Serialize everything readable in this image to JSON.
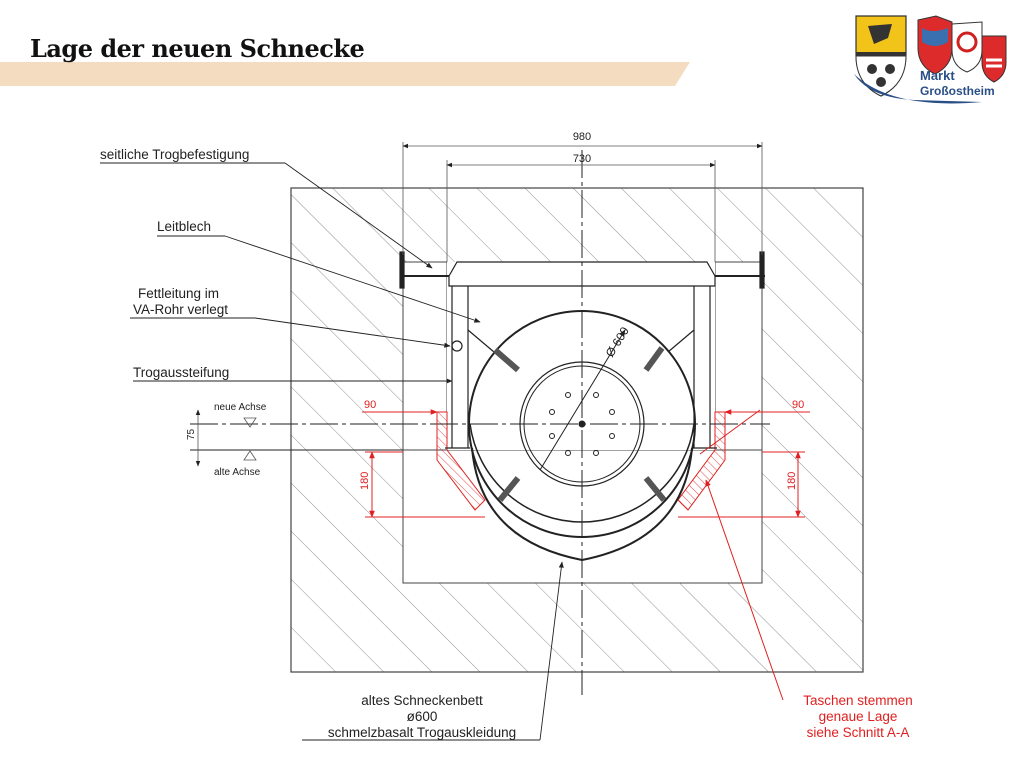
{
  "slide": {
    "title": "Lage der neuen Schnecke"
  },
  "logo": {
    "line1": "Markt",
    "line2": "Großostheim"
  },
  "colors": {
    "stripe": "#f4dcc0",
    "annotation_red": "#e02020",
    "line": "#222222",
    "logo_blue": "#2a4f86"
  },
  "drawing": {
    "dimensions": {
      "overall_width": "980",
      "inner_width": "730",
      "diameter_label": "Ø 600",
      "offset_left": "90",
      "offset_right": "90",
      "axis_shift": "75",
      "pocket_left": "180",
      "pocket_right": "180"
    },
    "labels": {
      "trog_fastening": "seitliche Trogbefestigung",
      "leitblech": "Leitblech",
      "fettleitung_1": "Fettleitung im",
      "fettleitung_2": "VA-Rohr verlegt",
      "trogaussteifung": "Trogaussteifung",
      "neue_achse": "neue Achse",
      "alte_achse": "alte Achse",
      "old_bed_1": "altes Schneckenbett",
      "old_bed_2": "ø600",
      "old_bed_3": "schmelzbasalt Trogauskleidung",
      "pockets_1": "Taschen stemmen",
      "pockets_2": "genaue Lage",
      "pockets_3": "siehe Schnitt A-A"
    }
  }
}
